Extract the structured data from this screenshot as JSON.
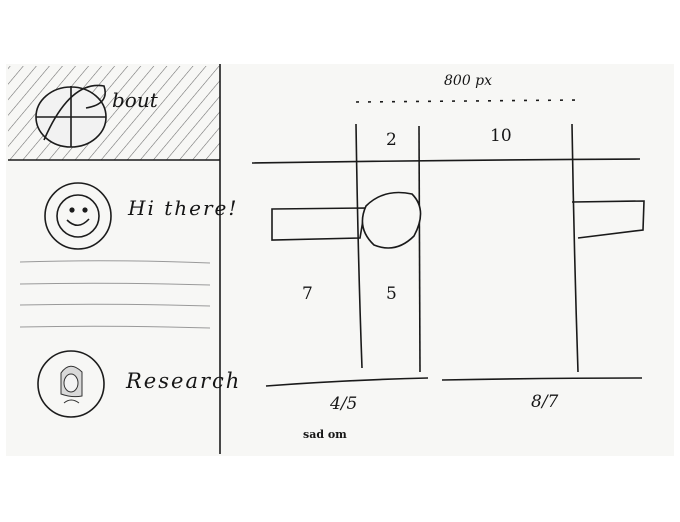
{
  "sidebar": {
    "items": [
      {
        "label": "bout",
        "icon": "crossed-circle-icon"
      },
      {
        "label": "Hi there!",
        "icon": "smiley-icon"
      },
      {
        "label": "Research",
        "icon": "portrait-icon"
      }
    ]
  },
  "wireframe": {
    "width_label": "800 px",
    "column_numbers": [
      "2",
      "10"
    ],
    "row_numbers": [
      "7",
      "5"
    ],
    "bottom_ratios": [
      "4/5",
      "8/7"
    ],
    "note": "sad om"
  },
  "colors": {
    "ink": "#161616",
    "paper": "#f7f7f5"
  }
}
